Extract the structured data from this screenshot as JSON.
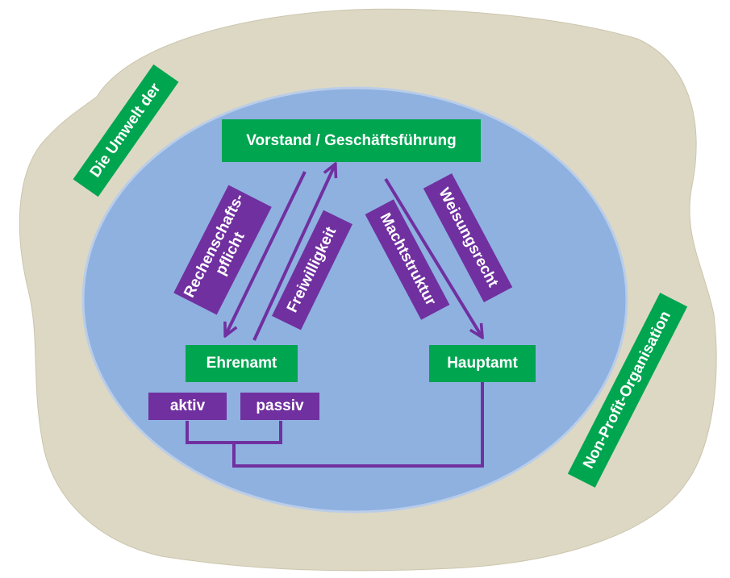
{
  "nodes": {
    "vorstand": "Vorstand / Geschäftsführung",
    "ehrenamt": "Ehrenamt",
    "hauptamt": "Hauptamt"
  },
  "relations": {
    "rechenschaftspflicht_line1": "Rechenschafts-",
    "rechenschaftspflicht_line2": "pflicht",
    "freiwilligkeit": "Freiwilligkeit",
    "machtstruktur": "Machtstruktur",
    "weisungsrecht": "Weisungsrecht"
  },
  "ehrenamt_types": {
    "aktiv": "aktiv",
    "passiv": "passiv"
  },
  "environment": {
    "top_label": "Die Umwelt der",
    "bottom_label": "Non-Profit-Organisation"
  },
  "colors": {
    "environment_fill": "#ddd8c4",
    "organisation_fill": "#8fb1e0",
    "node_green": "#00a550",
    "relation_purple": "#7030a0"
  }
}
